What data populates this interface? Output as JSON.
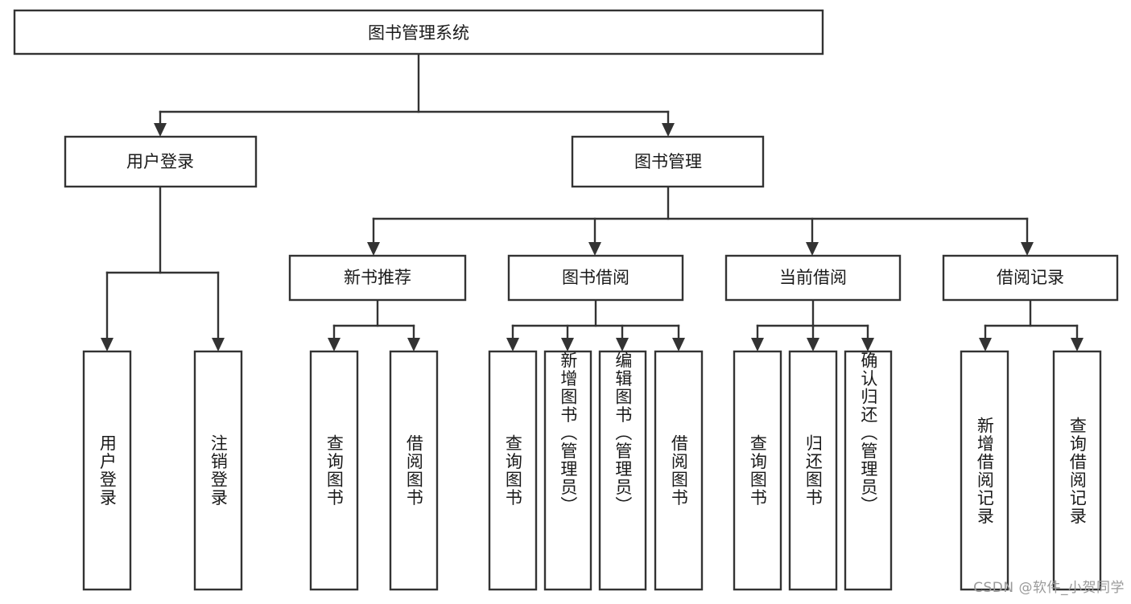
{
  "diagram": {
    "title": "图书管理系统",
    "type": "tree",
    "root": {
      "id": "root",
      "label": "图书管理系统",
      "orientation": "horizontal"
    },
    "level2": [
      {
        "id": "user-login",
        "label": "用户登录",
        "orientation": "horizontal"
      },
      {
        "id": "book-manage",
        "label": "图书管理",
        "orientation": "horizontal"
      }
    ],
    "level3": [
      {
        "id": "new-book-recommend",
        "label": "新书推荐",
        "parent": "book-manage",
        "orientation": "horizontal"
      },
      {
        "id": "book-borrow",
        "label": "图书借阅",
        "parent": "book-manage",
        "orientation": "horizontal"
      },
      {
        "id": "current-borrow",
        "label": "当前借阅",
        "parent": "book-manage",
        "orientation": "horizontal"
      },
      {
        "id": "borrow-record",
        "label": "借阅记录",
        "parent": "book-manage",
        "orientation": "horizontal"
      }
    ],
    "leaves": [
      {
        "id": "leaf-user-login",
        "label": "用户登录",
        "parent": "user-login",
        "orientation": "vertical"
      },
      {
        "id": "leaf-user-logout",
        "label": "注销登录",
        "parent": "user-login",
        "orientation": "vertical"
      },
      {
        "id": "leaf-query-book-1",
        "label": "查询图书",
        "parent": "new-book-recommend",
        "orientation": "vertical"
      },
      {
        "id": "leaf-borrow-book-1",
        "label": "借阅图书",
        "parent": "new-book-recommend",
        "orientation": "vertical"
      },
      {
        "id": "leaf-query-book-2",
        "label": "查询图书",
        "parent": "book-borrow",
        "orientation": "vertical"
      },
      {
        "id": "leaf-add-book",
        "label": "新增图书（管理员）",
        "parent": "book-borrow",
        "orientation": "vertical"
      },
      {
        "id": "leaf-edit-book",
        "label": "编辑图书（管理员）",
        "parent": "book-borrow",
        "orientation": "vertical"
      },
      {
        "id": "leaf-borrow-book-2",
        "label": "借阅图书",
        "parent": "book-borrow",
        "orientation": "vertical"
      },
      {
        "id": "leaf-query-book-3",
        "label": "查询图书",
        "parent": "current-borrow",
        "orientation": "vertical"
      },
      {
        "id": "leaf-return-book",
        "label": "归还图书",
        "parent": "current-borrow",
        "orientation": "vertical"
      },
      {
        "id": "leaf-confirm-return",
        "label": "确认归还（管理员）",
        "parent": "current-borrow",
        "orientation": "vertical"
      },
      {
        "id": "leaf-add-record",
        "label": "新增借阅记录",
        "parent": "borrow-record",
        "orientation": "vertical"
      },
      {
        "id": "leaf-query-record",
        "label": "查询借阅记录",
        "parent": "borrow-record",
        "orientation": "vertical"
      }
    ],
    "colors": {
      "box_fill": "#ffffff",
      "box_stroke": "#333333",
      "text": "#1a1a1a",
      "background": "#ffffff",
      "watermark": "#9a9a9a"
    }
  },
  "watermark": {
    "text": "CSDN @软件_小贺同学"
  }
}
